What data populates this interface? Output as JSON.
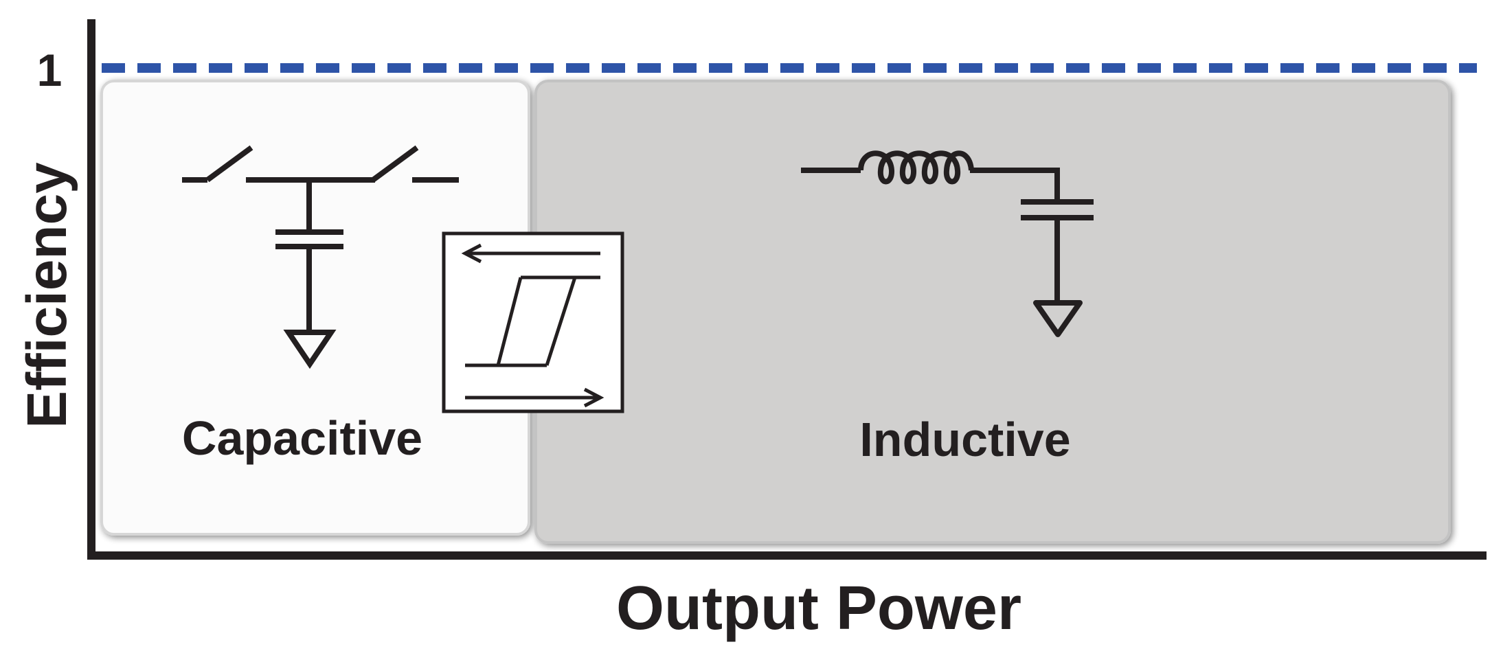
{
  "diagram": {
    "y_axis_label": "Efficiency",
    "x_axis_label": "Output Power",
    "y_tick_label": "1",
    "regions": [
      {
        "label": "Capacitive",
        "fill": "#fbfbfb"
      },
      {
        "label": "Inductive",
        "fill": "#d1d0cf"
      }
    ],
    "colors": {
      "ideal_line": "#2e54a8",
      "axis": "#231f20",
      "ink": "#231f20"
    },
    "icons": {
      "capacitive_symbol": "switched-capacitor-schematic",
      "inductive_symbol": "inductor-capacitor-schematic",
      "transition_symbol": "hysteresis-loop"
    }
  }
}
